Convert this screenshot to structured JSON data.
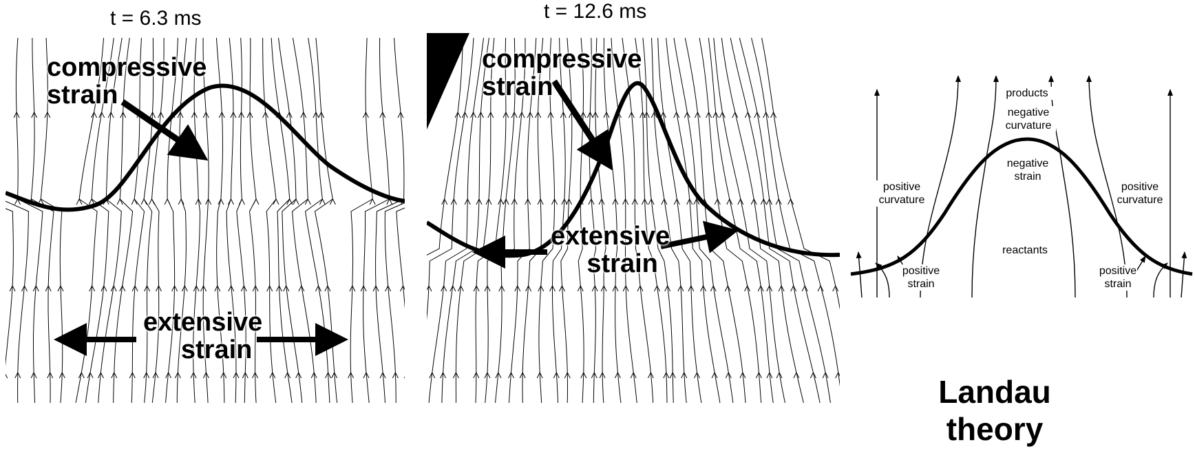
{
  "panels": [
    {
      "time_label": "t = 6.3 ms",
      "compressive": [
        "compressive",
        "strain"
      ],
      "extensive": [
        "extensive",
        "strain"
      ]
    },
    {
      "time_label": "t = 12.6 ms",
      "compressive": [
        "compressive",
        "strain"
      ],
      "extensive": [
        "extensive",
        "strain"
      ]
    }
  ],
  "schematic": {
    "products": "products",
    "negative_curvature": [
      "negative",
      "curvature"
    ],
    "negative_strain": [
      "negative",
      "strain"
    ],
    "positive_curvature_left": [
      "positive",
      "curvature"
    ],
    "positive_curvature_right": [
      "positive",
      "curvature"
    ],
    "reactants": "reactants",
    "positive_strain_left": [
      "positive",
      "strain"
    ],
    "positive_strain_right": [
      "positive",
      "strain"
    ]
  },
  "caption": [
    "Landau",
    "theory"
  ]
}
